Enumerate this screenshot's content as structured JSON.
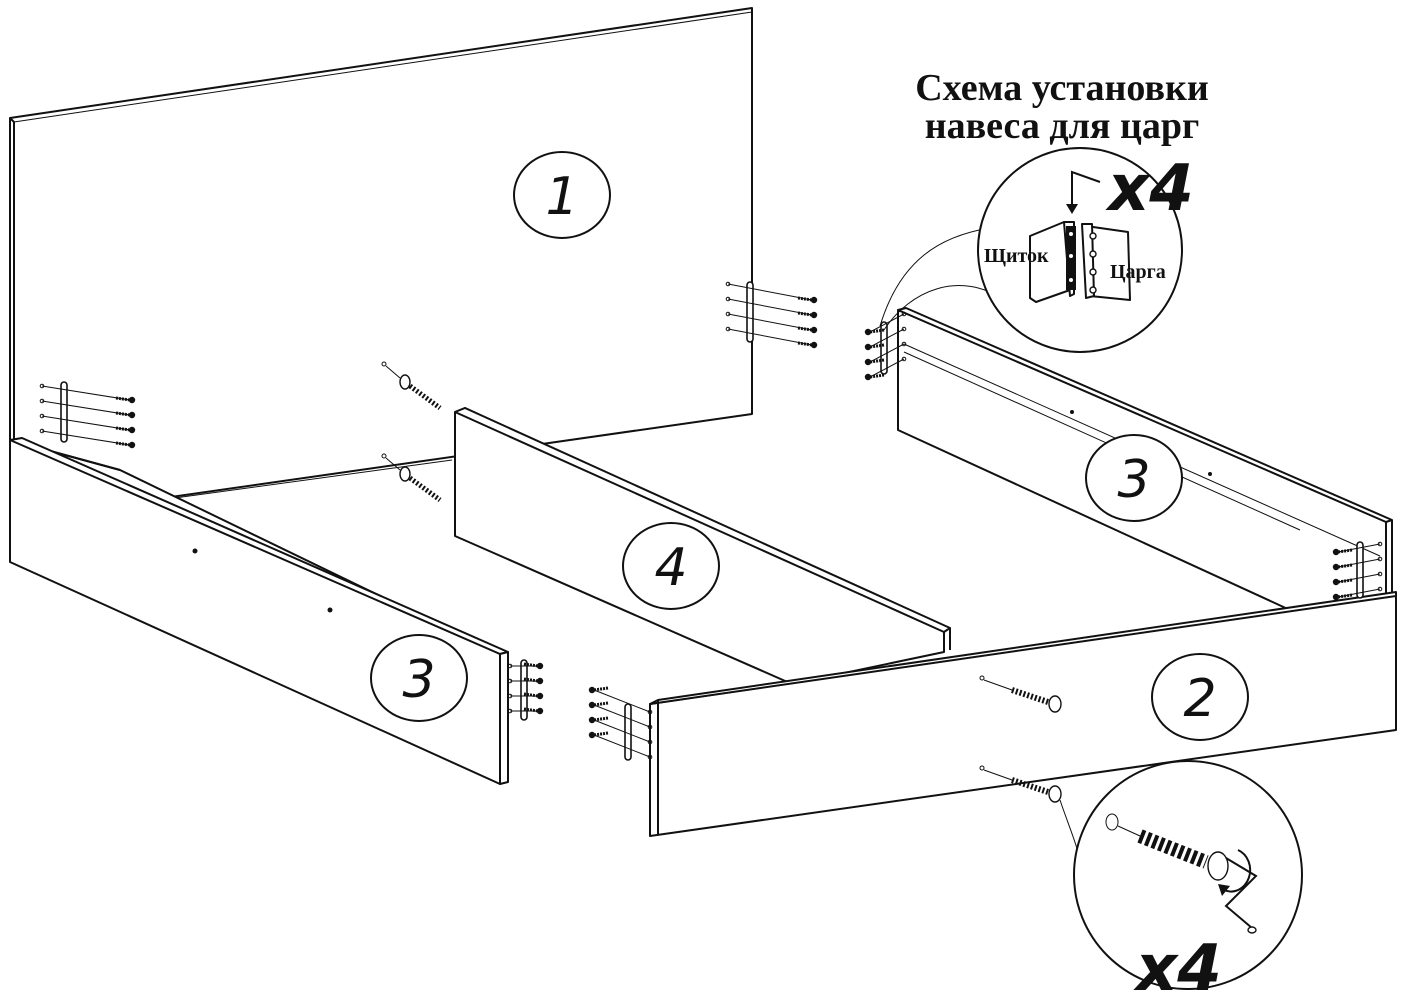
{
  "diagram": {
    "title_line1": "Схема установки",
    "title_line2": "навеса для царг",
    "inset_label_left": "Щиток",
    "inset_label_right": "Царга",
    "inset_qty": "x4",
    "screw_qty": "x4",
    "parts": [
      {
        "id": "headboard",
        "number": "1"
      },
      {
        "id": "footboard",
        "number": "2"
      },
      {
        "id": "side-rail-left",
        "number": "3"
      },
      {
        "id": "side-rail-right",
        "number": "3"
      },
      {
        "id": "center-rail",
        "number": "4"
      }
    ],
    "colors": {
      "line": "#111111",
      "background": "#ffffff"
    }
  }
}
